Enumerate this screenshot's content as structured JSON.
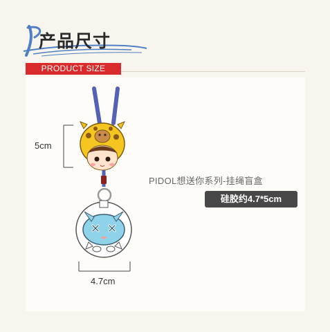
{
  "header": {
    "title": "产品尺寸",
    "badge": "PRODUCT SIZE"
  },
  "dimensions": {
    "height_label": "5cm",
    "width_label": "4.7cm"
  },
  "product": {
    "name": "PIDOL想送你系列-挂绳盲盒",
    "size_spec": "硅胶约4.7*5cm"
  },
  "colors": {
    "accent_red": "#d92b2b",
    "swash_blue": "#4f7fc4",
    "lanyard_blue": "#5561b3",
    "giraffe_yellow": "#f5c521",
    "character_blue": "#8fd3ea",
    "pill_dark": "#484848"
  },
  "icons": {
    "title_swash": "brush-swash-icon",
    "figure_top": "giraffe-hat-boy-charm",
    "figure_bottom": "blue-x-eyes-charm"
  }
}
